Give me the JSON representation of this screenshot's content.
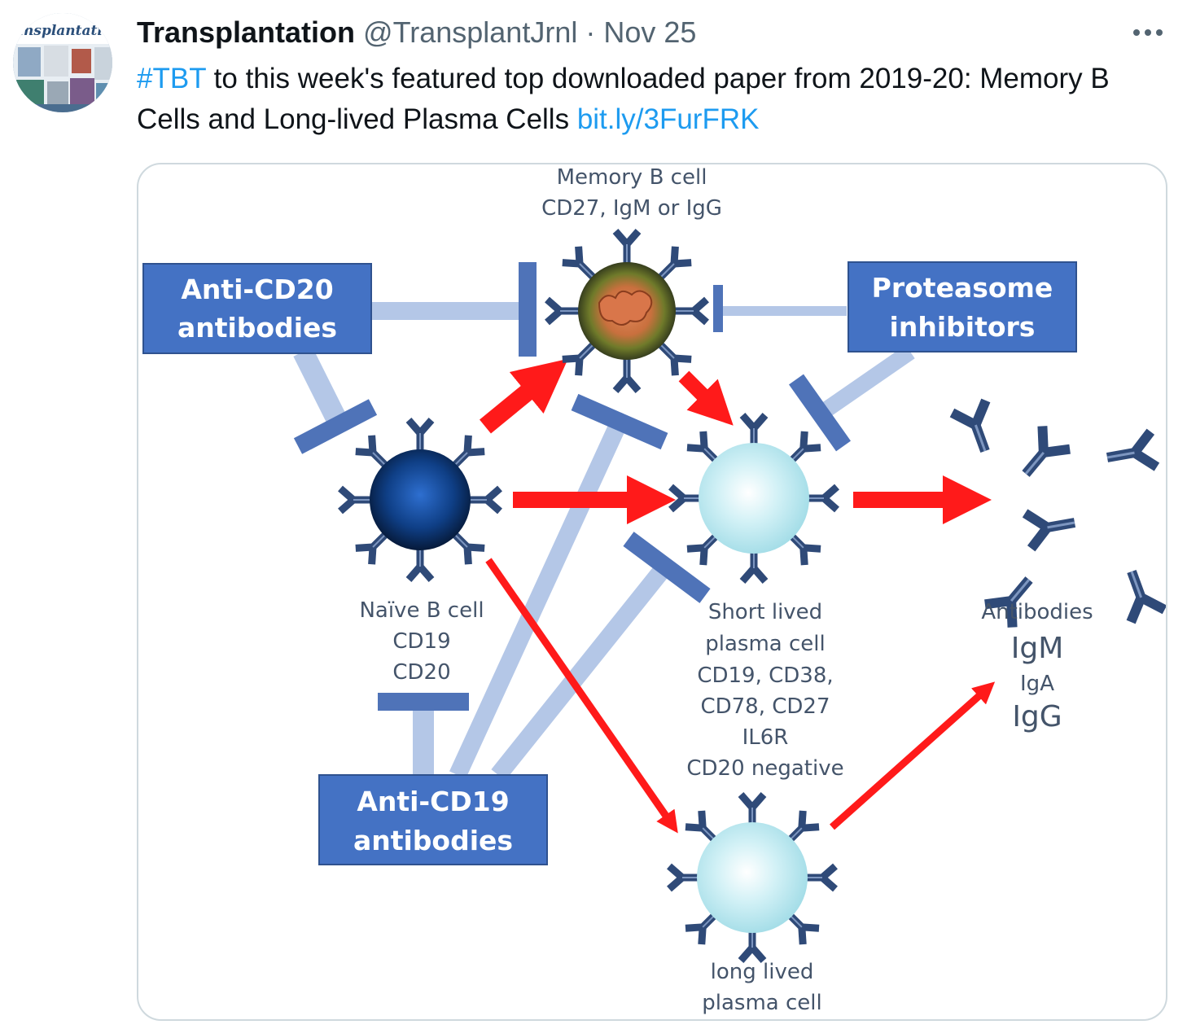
{
  "tweet": {
    "author": {
      "display_name": "Transplantation",
      "handle": "@TransplantJrnl",
      "avatar_text": "ansplantation"
    },
    "separator": "·",
    "date": "Nov 25",
    "more_icon": "ellipsis-icon",
    "text": {
      "hashtag": "#TBT",
      "body": " to this week's featured top downloaded paper from 2019-20: Memory B Cells and Long-lived Plasma Cells ",
      "link": "bit.ly/3FurFRK"
    }
  },
  "diagram": {
    "boxes": {
      "anti_cd20": [
        "Anti-CD20",
        "antibodies"
      ],
      "proteasome": [
        "Proteasome",
        "inhibitors"
      ],
      "anti_cd19": [
        "Anti-CD19",
        "antibodies"
      ]
    },
    "labels": {
      "memory": [
        "Memory B cell",
        "CD27, IgM or IgG"
      ],
      "naive": [
        "Naïve B cell",
        "CD19",
        "CD20"
      ],
      "short_lived": [
        "Short lived",
        "plasma cell",
        "CD19, CD38,",
        "CD78, CD27",
        "IL6R",
        "CD20 negative"
      ],
      "long_lived": [
        "long lived",
        "plasma cell"
      ],
      "antibodies_title": "Antibodies",
      "igm": "IgM",
      "iga": "IgA",
      "igg": "IgG"
    },
    "colors": {
      "box_fill": "#4472c4",
      "inhibit_line": "#b4c7e7",
      "arrow": "#ff1a1a",
      "antibody": "#2f4a78",
      "label_text": "#44546a",
      "link": "#1d9bf0"
    }
  }
}
